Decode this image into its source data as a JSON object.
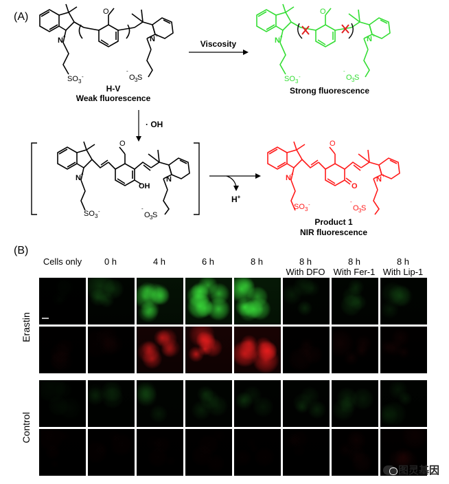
{
  "panel_a": {
    "label": "(A)",
    "compound_hv": {
      "name": "H-V",
      "desc": "Weak fluorescence"
    },
    "viscosity_arrow": "Viscosity",
    "product_strong": {
      "desc": "Strong fluorescence"
    },
    "oh_reagent": "· OH",
    "product_1": {
      "name": "Product 1",
      "desc": "NIR fluorescence"
    },
    "hplus": "H",
    "hplus_sup": "+",
    "colors": {
      "black": "#000000",
      "green": "#33dd33",
      "red": "#ff1a1a",
      "cross": "#e02020"
    }
  },
  "panel_b": {
    "label": "(B)",
    "columns": [
      {
        "line1": "",
        "line2": "Cells only"
      },
      {
        "line1": "",
        "line2": "0 h"
      },
      {
        "line1": "",
        "line2": "4 h"
      },
      {
        "line1": "",
        "line2": "6 h"
      },
      {
        "line1": "",
        "line2": "8 h"
      },
      {
        "line1": "8 h",
        "line2": "With DFO"
      },
      {
        "line1": "8 h",
        "line2": "With Fer-1"
      },
      {
        "line1": "8 h",
        "line2": "With Lip-1"
      }
    ],
    "row_groups": [
      {
        "label": "Erastin"
      },
      {
        "label": "Control"
      }
    ],
    "intensity": {
      "erastin_green": [
        0.02,
        0.18,
        0.65,
        0.85,
        0.9,
        0.15,
        0.18,
        0.16
      ],
      "erastin_red": [
        0.02,
        0.03,
        0.7,
        0.8,
        0.9,
        0.05,
        0.08,
        0.06
      ],
      "control_green": [
        0.04,
        0.1,
        0.16,
        0.14,
        0.12,
        0.12,
        0.12,
        0.1
      ],
      "control_red": [
        0.02,
        0.02,
        0.02,
        0.02,
        0.02,
        0.02,
        0.05,
        0.06
      ]
    }
  },
  "watermark": {
    "text": "图灵基因"
  }
}
